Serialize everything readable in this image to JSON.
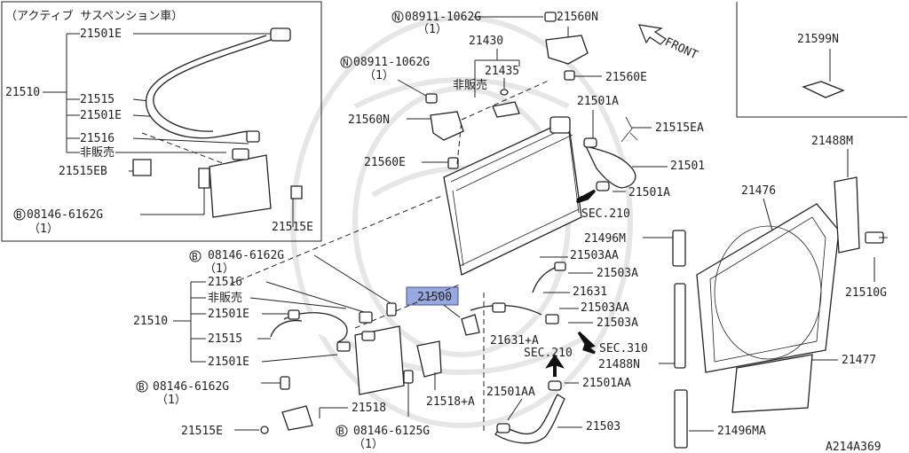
{
  "inset_title": "（アクティブ サスペンション車）",
  "labels": {
    "i_21501E": "21501E",
    "i_21510": "21510",
    "i_21515": "21515",
    "i_21501E_2": "21501E",
    "i_21516": "21516",
    "i_hihanbai": "非販売",
    "i_21515EB": "21515EB",
    "i_08146_6162G": "08146-6162G",
    "i_08146_qty": "（1）",
    "i_21515E": "21515E",
    "n1_code": "08911-1062G",
    "n1_qty": "（1）",
    "p_21560N_top": "21560N",
    "p_21430": "21430",
    "n2_code": "08911-1062G",
    "n2_qty": "（1）",
    "p_21435": "21435",
    "p_hihanbai_mid": "非販売",
    "p_21560E_top": "21560E",
    "p_21560N_left": "21560N",
    "p_21560E_left": "21560E",
    "p_21501A_top": "21501A",
    "p_21515EA": "21515EA",
    "p_21501": "21501",
    "p_21501A_mid": "21501A",
    "sec210_top": "SEC.210",
    "front": "FRONT",
    "p_21599N": "21599N",
    "p_21488M": "21488M",
    "p_21476": "21476",
    "p_21510G": "21510G",
    "b1_code": "08146-6162G",
    "b1_qty": "（1）",
    "p_21516": "21516",
    "p_hihanbai_low": "非販売",
    "p_21510": "21510",
    "p_21501E_a": "21501E",
    "p_21515": "21515",
    "p_21501E_b": "21501E",
    "p_21500": "21500",
    "p_21496M": "21496M",
    "p_21503AA_a": "21503AA",
    "p_21503A_a": "21503A",
    "p_21631": "21631",
    "p_21503AA_b": "21503AA",
    "p_21503A_b": "21503A",
    "p_21631A": "21631+A",
    "sec310": "SEC.310",
    "sec210_low": "SEC.210",
    "p_21488N": "21488N",
    "p_21477": "21477",
    "b2_code": "08146-6162G",
    "b2_qty": "（1）",
    "p_21518": "21518",
    "p_21518A": "21518+A",
    "p_21501AA_a": "21501AA",
    "p_21501AA_b": "21501AA",
    "p_21515E": "21515E",
    "b3_code": "08146-6125G",
    "b3_qty": "（1）",
    "p_21503": "21503",
    "p_21496MA": "21496MA",
    "figure_id": "A214A369"
  },
  "badges": {
    "n": "N",
    "b": "B"
  }
}
